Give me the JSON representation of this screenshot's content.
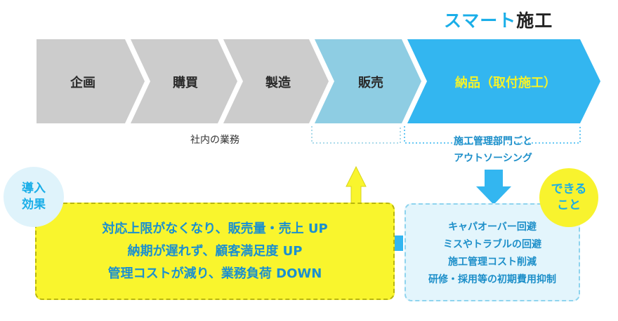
{
  "title": {
    "part1": "スマート",
    "part2": "施工"
  },
  "steps": [
    {
      "label": "企画",
      "color": "#cccccc",
      "text_color": "#2a2a2a"
    },
    {
      "label": "購買",
      "color": "#cccccc",
      "text_color": "#2a2a2a"
    },
    {
      "label": "製造",
      "color": "#cccccc",
      "text_color": "#2a2a2a"
    },
    {
      "label": "販売",
      "color": "#8ecde3",
      "text_color": "#2a2a2a"
    },
    {
      "label": "納品（取付施工）",
      "color": "#33b6f0",
      "text_color": "#f5f32a"
    }
  ],
  "internal_caption": "社内の業務",
  "outsourcing_caption": {
    "line1": "施工管理部門ごと",
    "line2": "アウトソーシング"
  },
  "intro_bubble": {
    "line1": "導入",
    "line2": "効果"
  },
  "can_bubble": {
    "line1": "できる",
    "line2": "こと"
  },
  "effects": [
    "対応上限がなくなり、販売量・売上 UP",
    "納期が遅れず、顧客満足度 UP",
    "管理コストが減り、業務負荷 DOWN"
  ],
  "capabilities": [
    "キャパオーバー回避",
    "ミスやトラブルの回避",
    "施工管理コスト削減",
    "研修・採用等の初期費用抑制"
  ],
  "colors": {
    "accent_blue": "#1aaee8",
    "arrow_blue": "#33b6f0",
    "yellow": "#f9f52d",
    "gray_step": "#cccccc",
    "light_blue_step": "#8ecde3"
  }
}
